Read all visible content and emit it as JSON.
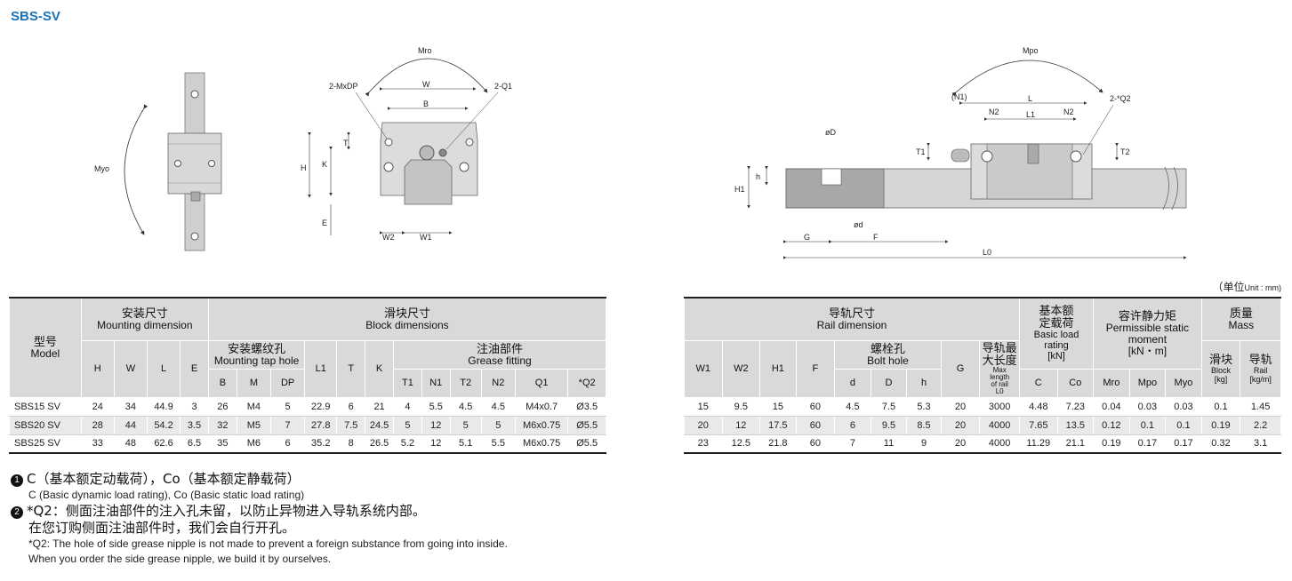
{
  "title": "SBS-SV",
  "diagram_left": {
    "labels": {
      "myo": "Myo",
      "mro": "Mro",
      "mxdp": "2-MxDP",
      "w": "W",
      "q1": "2-Q1",
      "b": "B",
      "t": "T",
      "k": "K",
      "h": "H",
      "e": "E",
      "w2": "W2",
      "w1": "W1"
    }
  },
  "diagram_right": {
    "labels": {
      "mpo": "Mpo",
      "n1": "(N1)",
      "l": "L",
      "q2": "2-*Q2",
      "n2a": "N2",
      "l1": "L1",
      "n2b": "N2",
      "od": "øD",
      "t1": "T1",
      "t2": "T2",
      "h_small": "h",
      "h1": "H1",
      "od_small": "ød",
      "g": "G",
      "f": "F",
      "l0": "L0"
    }
  },
  "unit_note": {
    "zh": "（单位",
    "en": "Unit : mm)"
  },
  "table_left": {
    "model_zh": "型号",
    "model_en": "Model",
    "mounting_zh": "安装尺寸",
    "mounting_en": "Mounting dimension",
    "block_zh": "滑块尺寸",
    "block_en": "Block dimensions",
    "tap_zh": "安装螺纹孔",
    "tap_en": "Mounting tap hole",
    "grease_zh": "注油部件",
    "grease_en": "Grease fitting",
    "col_h": "H",
    "col_w": "W",
    "col_l": "L",
    "col_e": "E",
    "col_b": "B",
    "col_m": "M",
    "col_dp": "DP",
    "col_l1": "L1",
    "col_t": "T",
    "col_k": "K",
    "col_t1": "T1",
    "col_n1": "N1",
    "col_t2": "T2",
    "col_n2": "N2",
    "col_q1": "Q1",
    "col_q2": "*Q2",
    "rows": [
      [
        "SBS15 SV",
        "24",
        "34",
        "44.9",
        "3",
        "26",
        "M4",
        "5",
        "22.9",
        "6",
        "21",
        "4",
        "5.5",
        "4.5",
        "4.5",
        "M4x0.7",
        "Ø3.5"
      ],
      [
        "SBS20 SV",
        "28",
        "44",
        "54.2",
        "3.5",
        "32",
        "M5",
        "7",
        "27.8",
        "7.5",
        "24.5",
        "5",
        "12",
        "5",
        "5",
        "M6x0.75",
        "Ø5.5"
      ],
      [
        "SBS25 SV",
        "33",
        "48",
        "62.6",
        "6.5",
        "35",
        "M6",
        "6",
        "35.2",
        "8",
        "26.5",
        "5.2",
        "12",
        "5.1",
        "5.5",
        "M6x0.75",
        "Ø5.5"
      ]
    ]
  },
  "table_right": {
    "rail_zh": "导轨尺寸",
    "rail_en": "Rail dimension",
    "load_zh1": "基本额",
    "load_zh2": "定载荷",
    "load_en1": "Basic load",
    "load_en2": "rating",
    "load_unit": "[kN]",
    "static_zh": "容许静力矩",
    "static_en1": "Permissible static",
    "static_en2": "moment",
    "static_unit": "[kN・m]",
    "mass_zh": "质量",
    "mass_en": "Mass",
    "bolt_zh": "螺栓孔",
    "bolt_en": "Bolt hole",
    "len_zh1": "导轨最",
    "len_zh2": "大长度",
    "len_en1": "Max",
    "len_en2": "length",
    "len_en3": "of rail",
    "len_en4": "L0",
    "block_zh": "滑块",
    "block_en": "Block",
    "block_unit": "[kg]",
    "rail2_zh": "导轨",
    "rail2_en": "Rail",
    "rail2_unit": "[kg/m]",
    "col_w1": "W1",
    "col_w2": "W2",
    "col_h1": "H1",
    "col_f": "F",
    "col_d": "d",
    "col_dd": "D",
    "col_h": "h",
    "col_g": "G",
    "col_c": "C",
    "col_co": "Co",
    "col_mro": "Mro",
    "col_mpo": "Mpo",
    "col_myo": "Myo",
    "rows": [
      [
        "15",
        "9.5",
        "15",
        "60",
        "4.5",
        "7.5",
        "5.3",
        "20",
        "3000",
        "4.48",
        "7.23",
        "0.04",
        "0.03",
        "0.03",
        "0.1",
        "1.45"
      ],
      [
        "20",
        "12",
        "17.5",
        "60",
        "6",
        "9.5",
        "8.5",
        "20",
        "4000",
        "7.65",
        "13.5",
        "0.12",
        "0.1",
        "0.1",
        "0.19",
        "2.2"
      ],
      [
        "23",
        "12.5",
        "21.8",
        "60",
        "7",
        "11",
        "9",
        "20",
        "4000",
        "11.29",
        "21.1",
        "0.19",
        "0.17",
        "0.17",
        "0.32",
        "3.1"
      ]
    ]
  },
  "notes": {
    "n1_bullet": "1",
    "n1_zh": "C（基本额定动载荷），Co（基本额定静载荷）",
    "n1_en": "C (Basic dynamic load rating), Co (Basic static load rating)",
    "n2_bullet": "2",
    "n2_zh1": "*Q2：侧面注油部件的注入孔未留，以防止异物进入导轨系统内部。",
    "n2_zh2": "在您订购侧面注油部件时，我们会自行开孔。",
    "n2_en1": "*Q2: The hole of side grease nipple is not made to prevent a foreign substance from going into inside.",
    "n2_en2": "When you order the side grease nipple, we build it by ourselves."
  }
}
